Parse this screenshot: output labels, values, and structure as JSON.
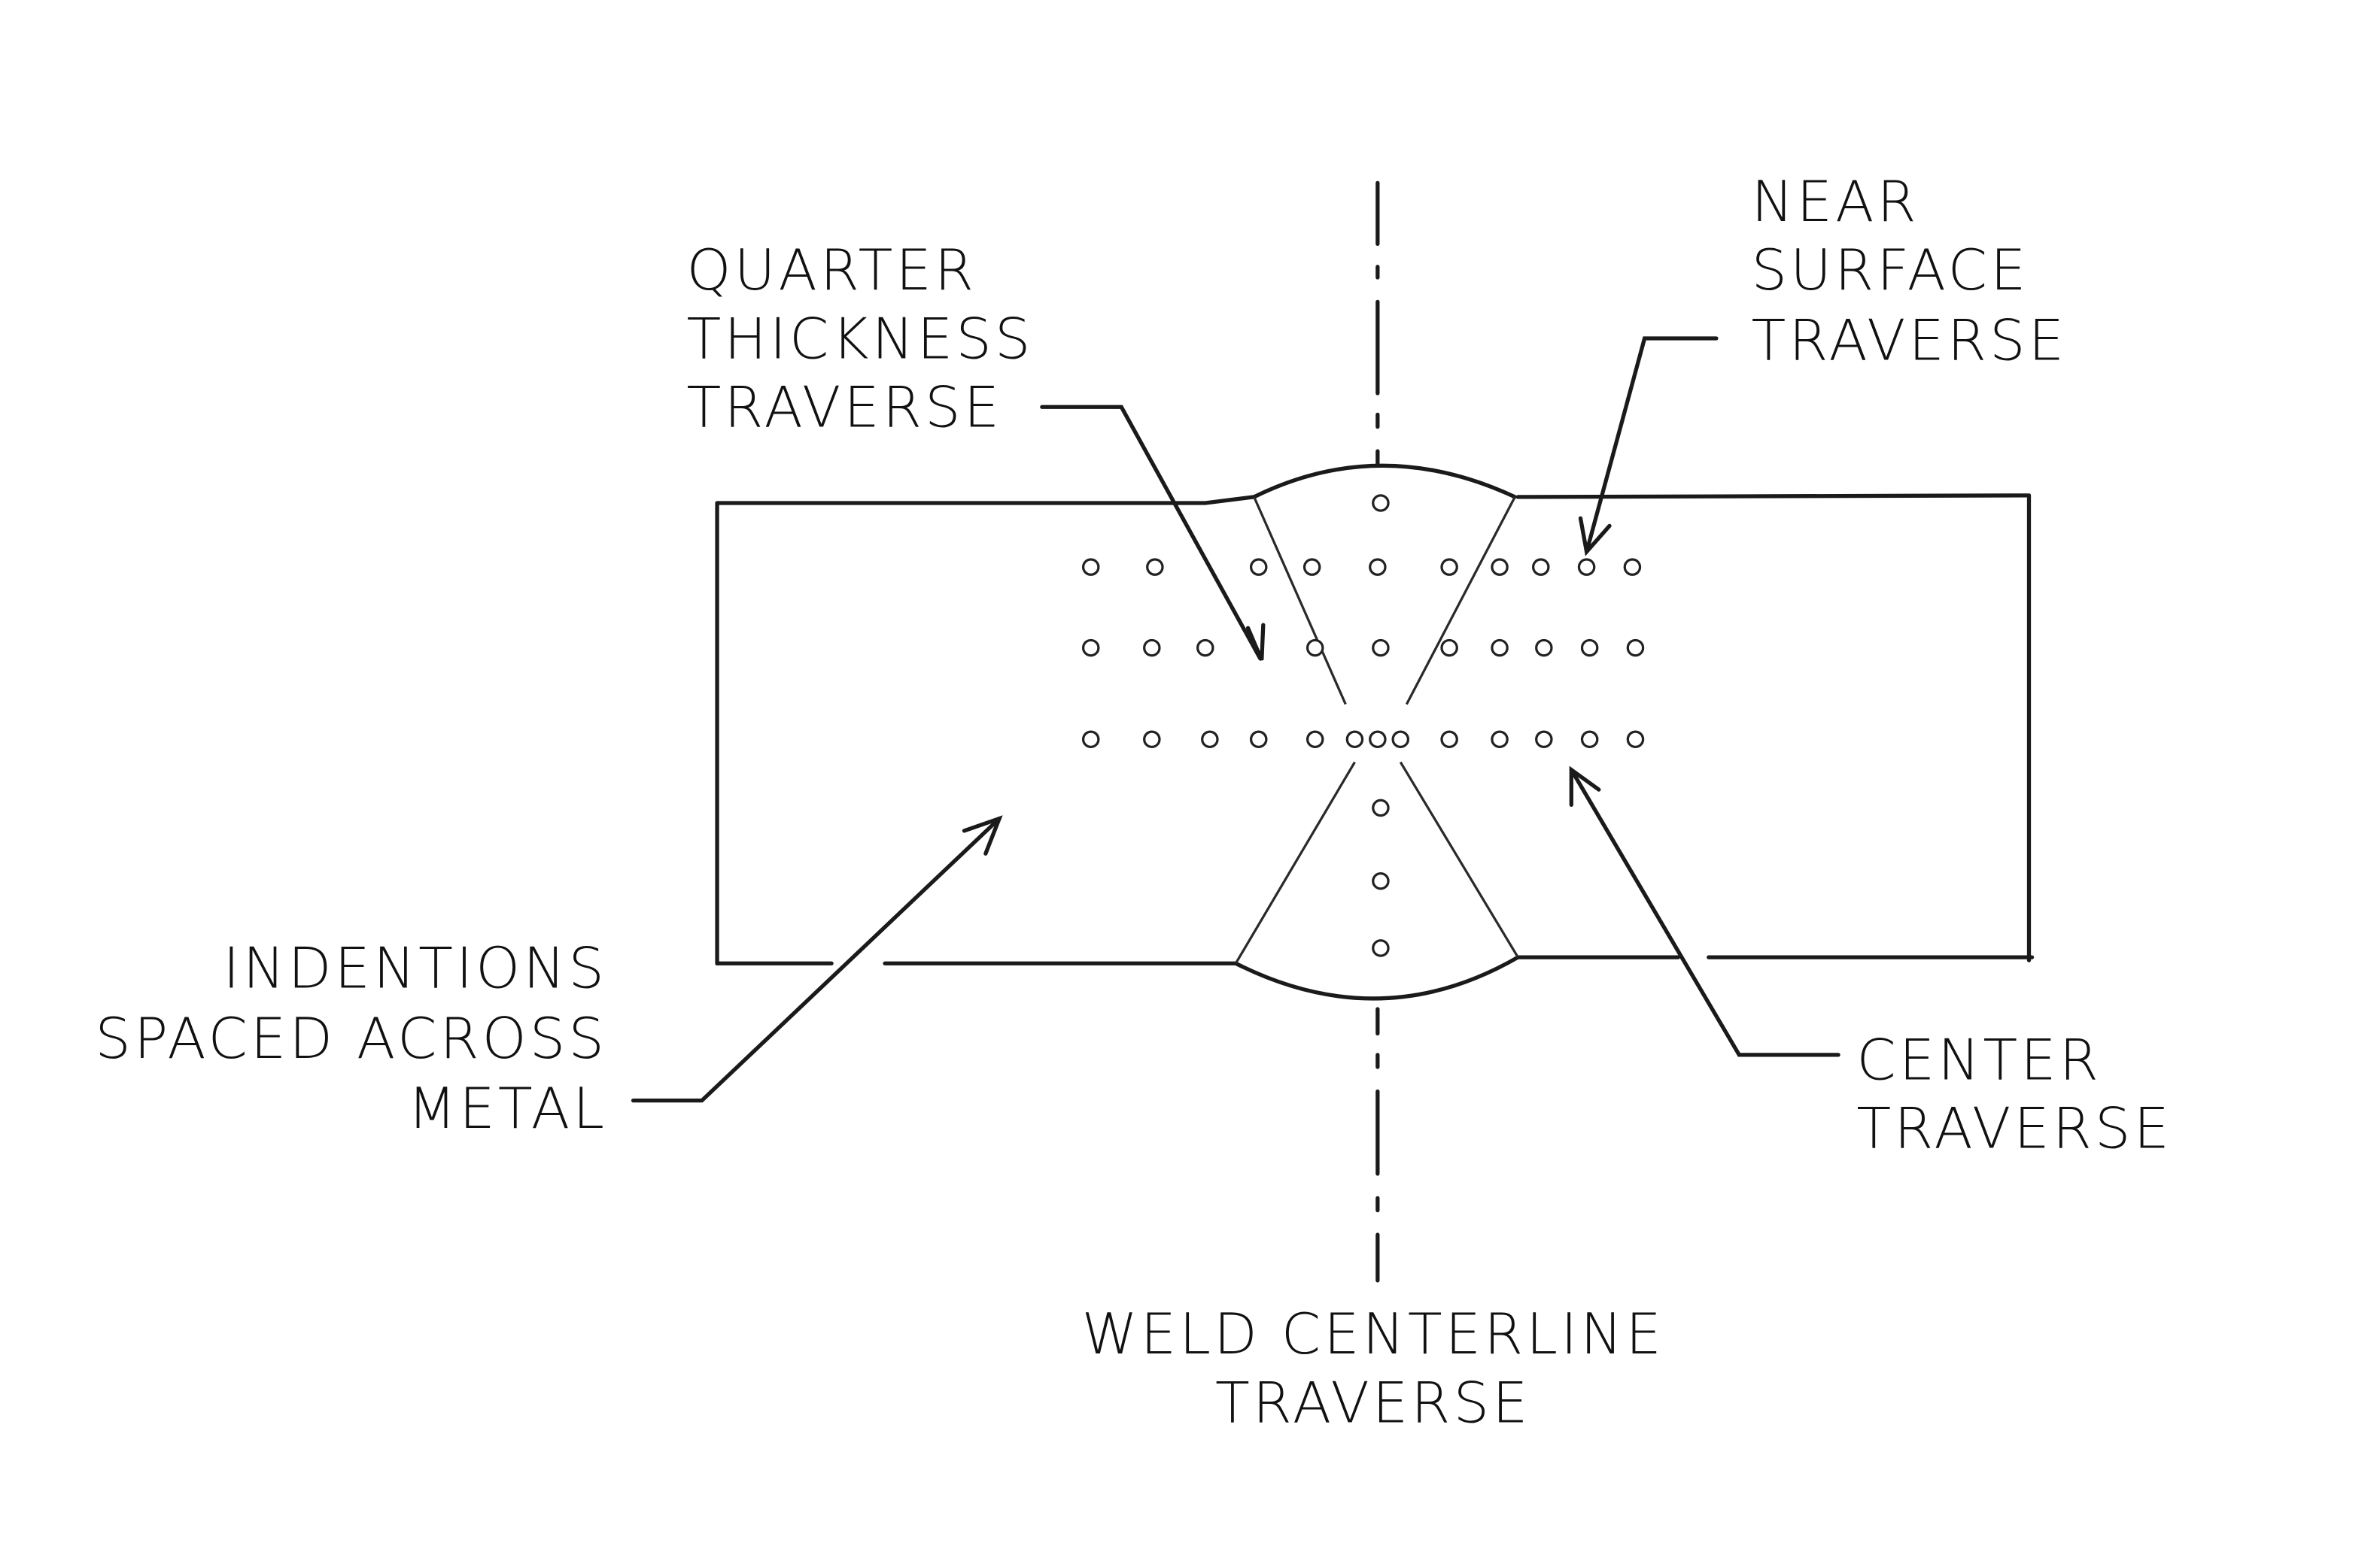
{
  "labels": {
    "quarter": [
      "QUARTER",
      "THICKNESS",
      "TRAVERSE"
    ],
    "near_surface": [
      "NEAR",
      "SURFACE",
      "TRAVERSE"
    ],
    "indentions": [
      "INDENTIONS",
      "SPACED ACROSS",
      "METAL"
    ],
    "center": [
      "CENTER",
      "TRAVERSE"
    ],
    "centerline": [
      "WELD CENTERLINE",
      "TRAVERSE"
    ]
  }
}
